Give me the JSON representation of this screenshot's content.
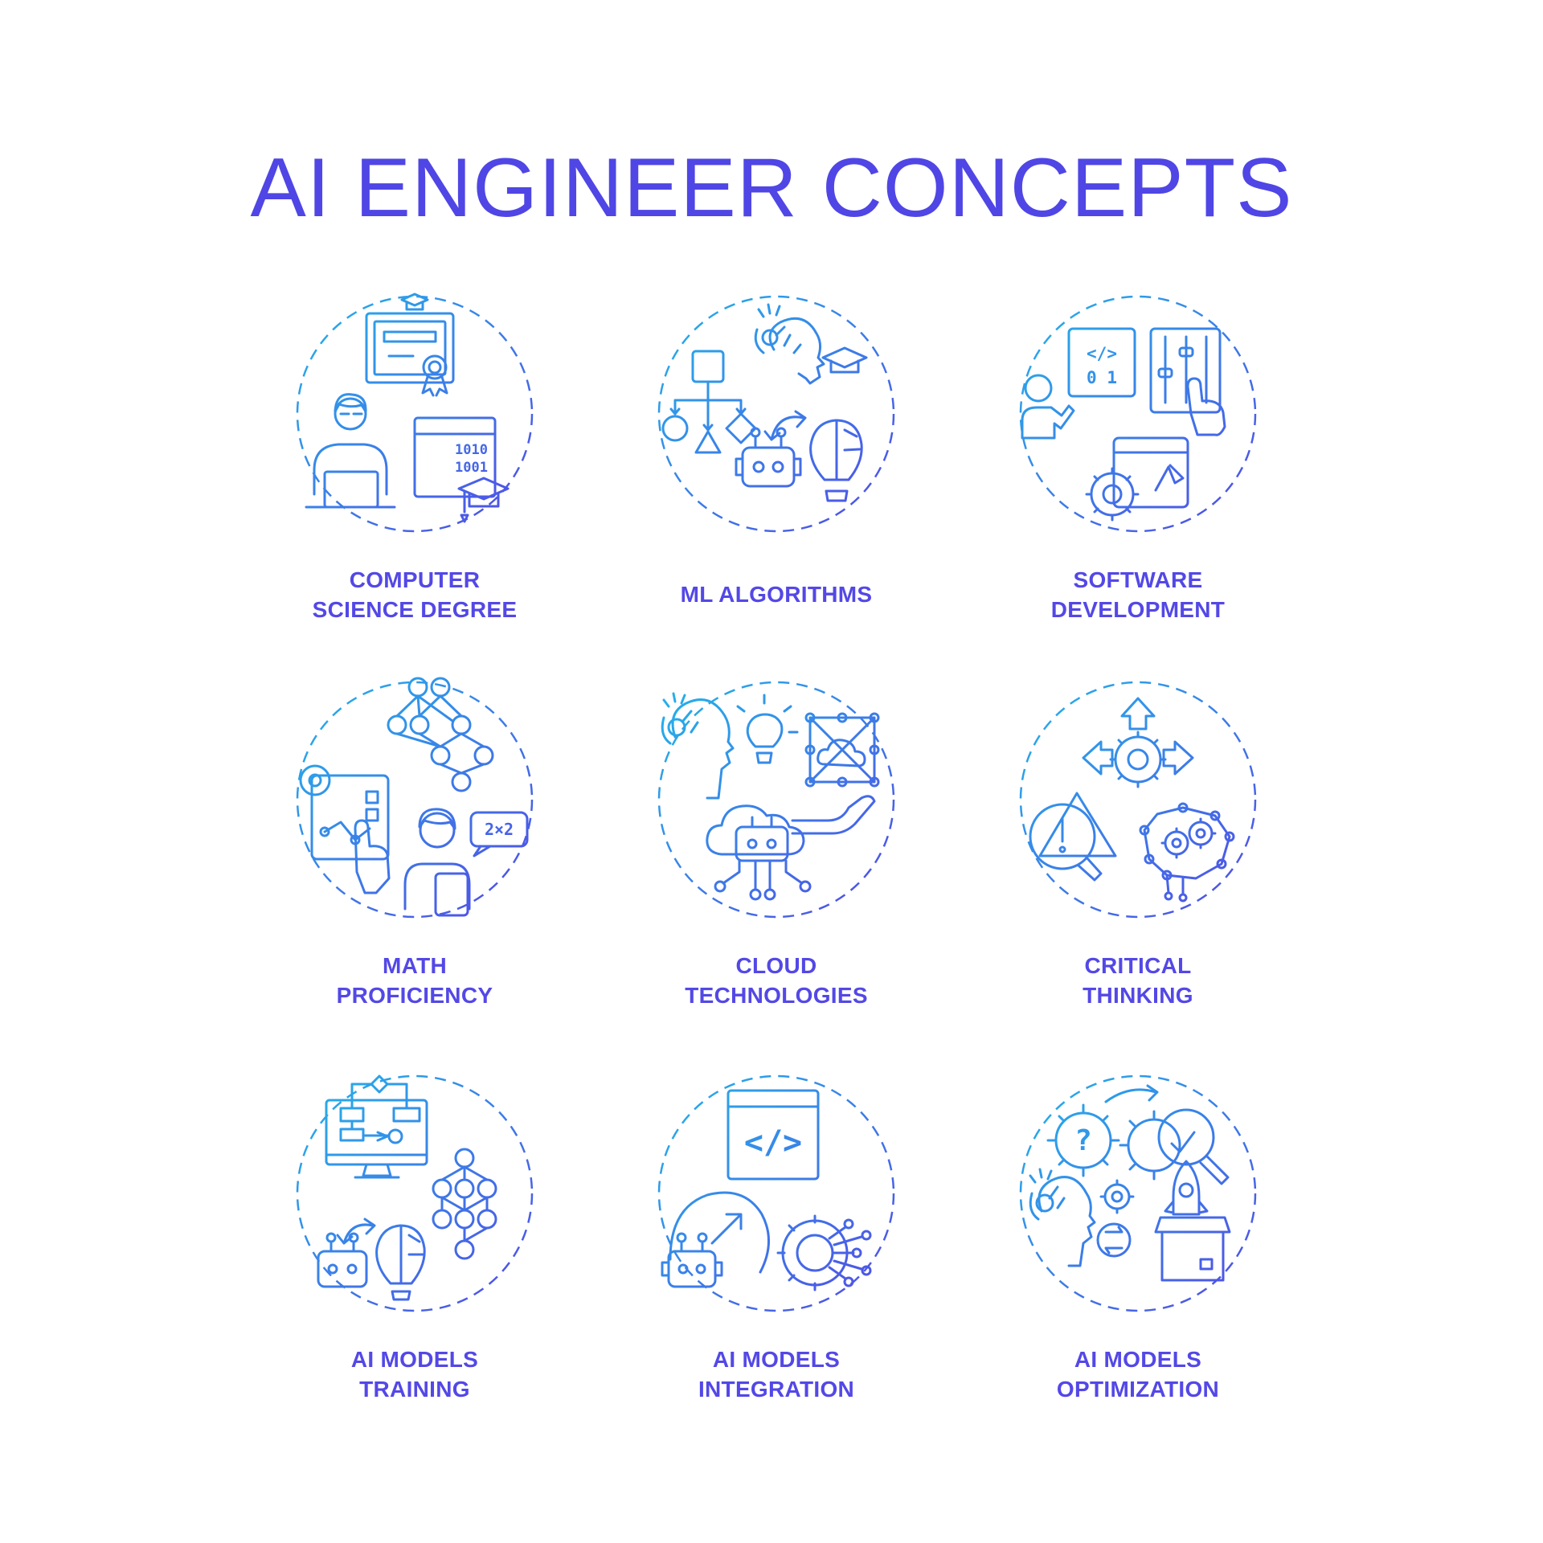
{
  "page": {
    "title": "AI ENGINEER CONCEPTS"
  },
  "colors": {
    "title": "#4F46E5",
    "label": "#5348E6",
    "gradient_start": "#22B7EA",
    "gradient_end": "#5446E6"
  },
  "cards": [
    {
      "icon": "computer-science-degree-icon",
      "label": [
        "COMPUTER",
        "SCIENCE DEGREE"
      ]
    },
    {
      "icon": "ml-algorithms-icon",
      "label": [
        "ML ALGORITHMS"
      ]
    },
    {
      "icon": "software-development-icon",
      "label": [
        "SOFTWARE",
        "DEVELOPMENT"
      ]
    },
    {
      "icon": "math-proficiency-icon",
      "label": [
        "MATH",
        "PROFICIENCY"
      ]
    },
    {
      "icon": "cloud-technologies-icon",
      "label": [
        "CLOUD",
        "TECHNOLOGIES"
      ]
    },
    {
      "icon": "critical-thinking-icon",
      "label": [
        "CRITICAL",
        "THINKING"
      ]
    },
    {
      "icon": "ai-models-training-icon",
      "label": [
        "AI MODELS",
        "TRAINING"
      ]
    },
    {
      "icon": "ai-models-integration-icon",
      "label": [
        "AI MODELS",
        "INTEGRATION"
      ]
    },
    {
      "icon": "ai-models-optimization-icon",
      "label": [
        "AI MODELS",
        "OPTIMIZATION"
      ]
    }
  ],
  "icon_text": {
    "binary_row_1": "1010",
    "binary_row_2": "1001",
    "code_symbol": "</>",
    "binary_01": "0 1",
    "math_bubble": "2×2",
    "question_mark": "?",
    "warning_mark": "!"
  }
}
